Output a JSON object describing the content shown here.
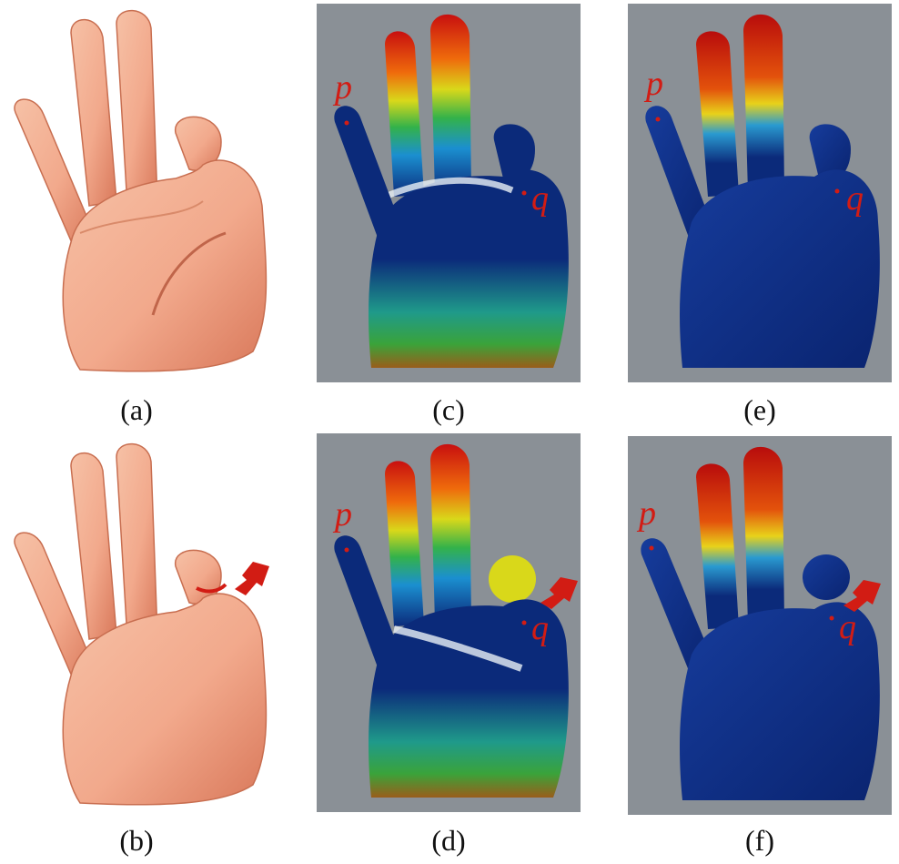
{
  "panels": [
    {
      "id": "a",
      "caption": "(a)",
      "style": "skin",
      "point_labels": [],
      "arrow": false
    },
    {
      "id": "b",
      "caption": "(b)",
      "style": "skin",
      "point_labels": [],
      "arrow": true
    },
    {
      "id": "c",
      "caption": "(c)",
      "style": "heat-rainbow",
      "point_labels": [
        "p",
        "q"
      ],
      "arrow": false
    },
    {
      "id": "d",
      "caption": "(d)",
      "style": "heat-rainbow",
      "point_labels": [
        "p",
        "q"
      ],
      "arrow": true
    },
    {
      "id": "e",
      "caption": "(e)",
      "style": "heat-blue",
      "point_labels": [
        "p",
        "q"
      ],
      "arrow": false
    },
    {
      "id": "f",
      "caption": "(f)",
      "style": "heat-blue",
      "point_labels": [
        "p",
        "q"
      ],
      "arrow": true
    }
  ],
  "colors": {
    "background_panel": "#8a9096",
    "skin": "#f2a98c",
    "heat_low": "#0b2a7a",
    "heat_high": "#d01010",
    "marker": "#d21c14"
  }
}
